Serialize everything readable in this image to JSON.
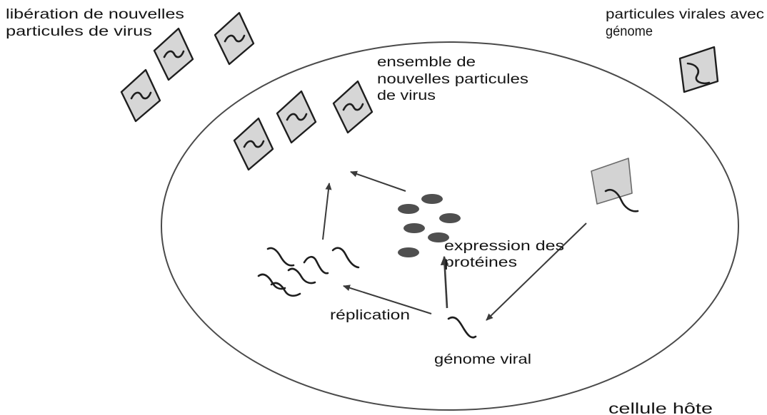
{
  "labels": {
    "release": [
      "libération de nouvelles",
      "particules de virus"
    ],
    "virion": [
      "particules virales avec",
      "génome"
    ],
    "assembly": [
      "ensemble de",
      "nouvelles particules",
      "de virus"
    ],
    "expression": [
      "expression des",
      "protéines"
    ],
    "replication": "réplication",
    "genome": "génome viral",
    "cell": "cellule hôte"
  }
}
